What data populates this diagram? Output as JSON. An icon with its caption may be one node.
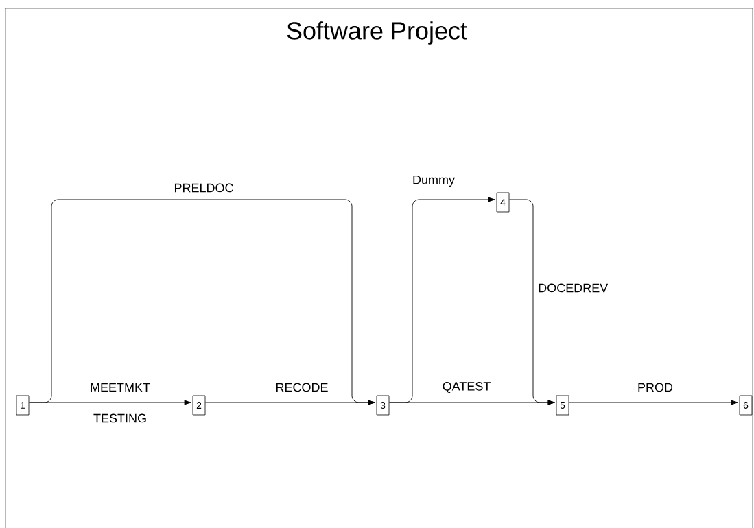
{
  "diagram": {
    "title": "Software Project",
    "nodes": [
      {
        "text": [
          "1"
        ]
      },
      {
        "text": [
          "2"
        ]
      },
      {
        "text": [
          "3"
        ]
      },
      {
        "text": [
          "4"
        ]
      },
      {
        "text": [
          "5"
        ]
      },
      {
        "text": [
          "6"
        ]
      }
    ],
    "edges": [
      {
        "from": 0,
        "to": 1,
        "arrow": "to",
        "label": "MEETMKT"
      },
      {
        "from": 0,
        "to": 2,
        "arrow": "to",
        "label": "PRELDOC"
      },
      {
        "from": 1,
        "to": 2,
        "arrow": "to",
        "label": "RECODE"
      },
      {
        "from": 2,
        "to": 3,
        "arrow": "to",
        "label": "Dummy"
      },
      {
        "from": 2,
        "to": 4,
        "arrow": "to",
        "label": "QATEST"
      },
      {
        "from": 3,
        "to": 4,
        "arrow": "to",
        "label": "DOCEDREV"
      },
      {
        "from": 4,
        "to": 5,
        "arrow": "to",
        "label": "PROD"
      }
    ],
    "labels": [
      "TESTING"
    ]
  }
}
